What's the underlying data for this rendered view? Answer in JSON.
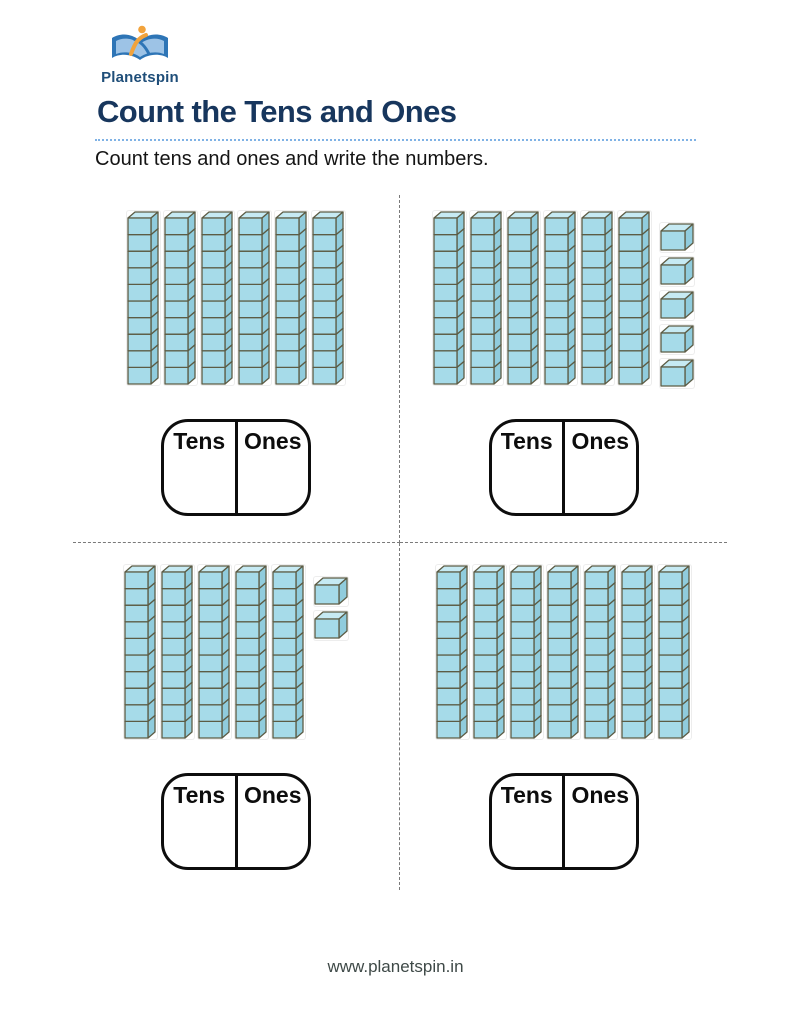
{
  "brand": {
    "name": "Planetspin"
  },
  "header": {
    "title": "Count the Tens and Ones",
    "instruction": "Count tens and ones and write the numbers."
  },
  "labels": {
    "tens": "Tens",
    "ones": "Ones"
  },
  "problems": [
    {
      "id": 1,
      "tens_rods": 6,
      "ones_cubes": 0
    },
    {
      "id": 2,
      "tens_rods": 6,
      "ones_cubes": 5
    },
    {
      "id": 3,
      "tens_rods": 5,
      "ones_cubes": 2
    },
    {
      "id": 4,
      "tens_rods": 7,
      "ones_cubes": 0
    }
  ],
  "blocks": {
    "cubes_per_rod": 10,
    "cube_front_color": "#A6DBE9",
    "cube_top_color": "#C6EAF3",
    "cube_side_color": "#90CCDD",
    "cube_edge_color": "#5C5C45"
  },
  "colors": {
    "title": "#17365D",
    "rule_dotted": "#7FB2E5",
    "divider_dashed": "#7a7a7a",
    "brand_blue": "#2E75B6",
    "brand_orange": "#F2A33C"
  },
  "footer": {
    "url": "www.planetspin.in"
  }
}
